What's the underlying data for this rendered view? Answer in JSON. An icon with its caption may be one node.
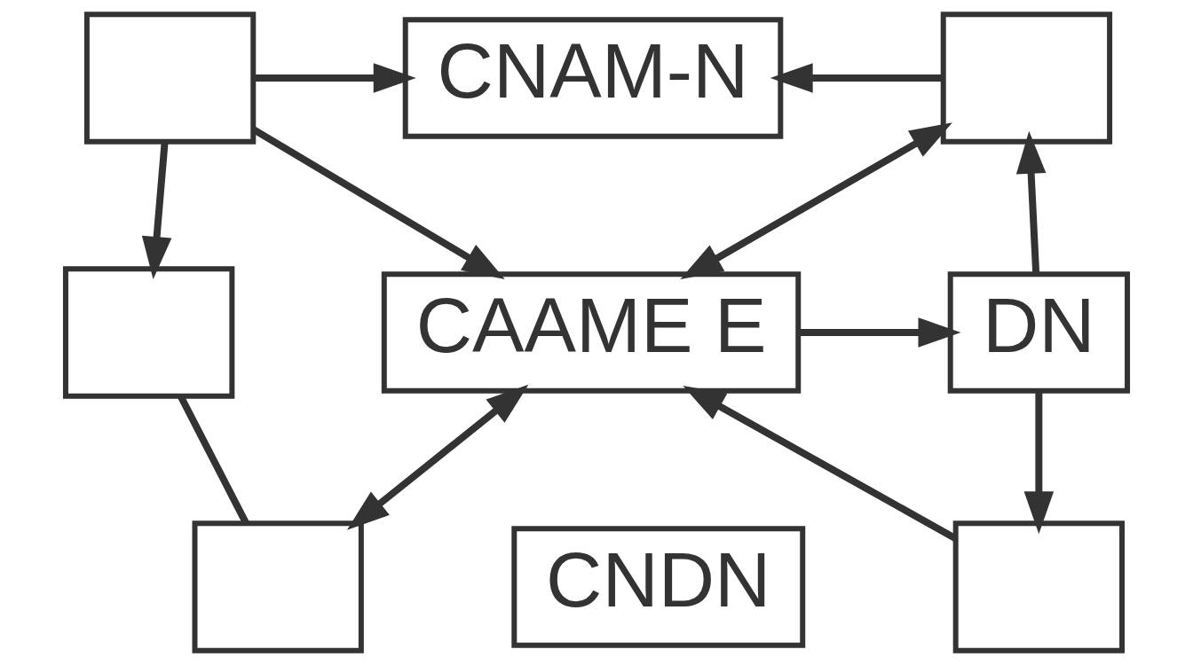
{
  "diagram": {
    "nodes": [
      {
        "text": [],
        "shape": "box"
      },
      {
        "text": [
          "CNAM-N"
        ]
      },
      {
        "text": [],
        "shape": "box"
      },
      {
        "text": [],
        "shape": "box"
      },
      {
        "text": [
          "CAAME E"
        ]
      },
      {
        "text": [
          "DN"
        ]
      },
      {
        "text": [],
        "shape": "box"
      },
      {
        "text": [
          "CNDN"
        ]
      },
      {
        "text": [],
        "shape": "box"
      }
    ],
    "edges": [
      {
        "from": 0,
        "to": 1,
        "arrow": "to"
      },
      {
        "from": 2,
        "to": 1,
        "arrow": "to"
      },
      {
        "from": 0,
        "to": 3,
        "arrow": "to"
      },
      {
        "from": 0,
        "to": 4,
        "arrow": "to"
      },
      {
        "from": 4,
        "to": 2,
        "arrow": "both"
      },
      {
        "from": 5,
        "to": 2,
        "arrow": "to"
      },
      {
        "from": 4,
        "to": 5,
        "arrow": "to"
      },
      {
        "from": 3,
        "to": 6,
        "arrow": "none"
      },
      {
        "from": 4,
        "to": 6,
        "arrow": "both"
      },
      {
        "from": 8,
        "to": 4,
        "arrow": "to"
      },
      {
        "from": 5,
        "to": 8,
        "arrow": "to"
      }
    ]
  }
}
